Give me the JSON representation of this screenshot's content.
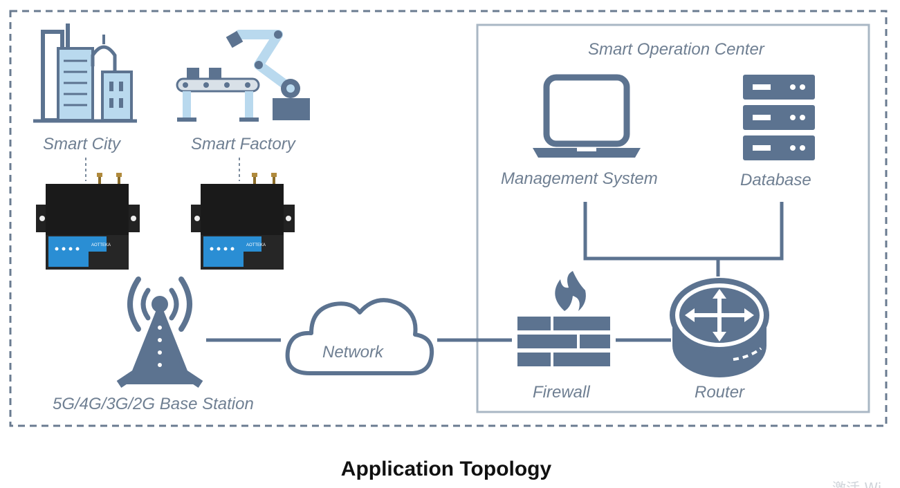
{
  "diagram": {
    "caption": "Application Topology",
    "labels": {
      "smart_city": "Smart City",
      "smart_factory": "Smart Factory",
      "operation_center": "Smart Operation Center",
      "management_system": "Management System",
      "database": "Database",
      "network": "Network",
      "base_station": "5G/4G/3G/2G Base Station",
      "firewall": "Firewall",
      "router": "Router"
    },
    "device_label": "AOTTEKA"
  },
  "watermark": "激活 Wi",
  "colors": {
    "icon": "#5c7390",
    "icon_light": "#b9d9ee",
    "frame": "#6f7f92",
    "device_blue": "#2a8ed4"
  }
}
